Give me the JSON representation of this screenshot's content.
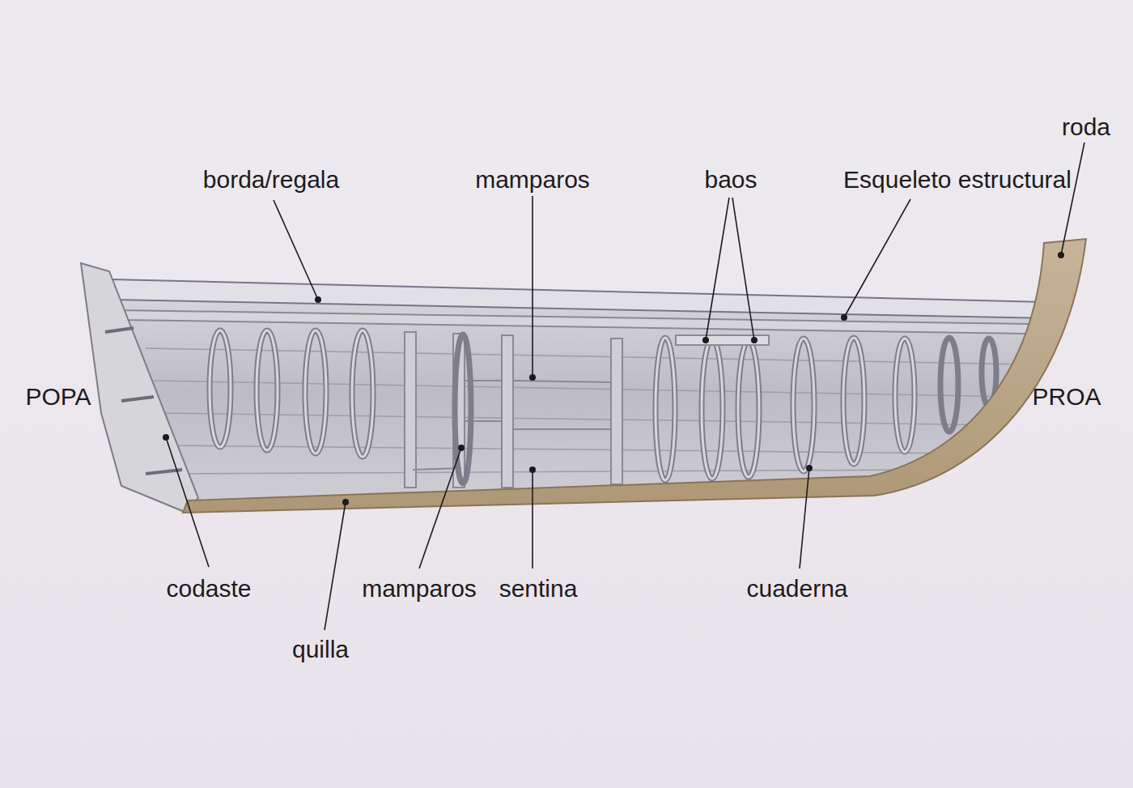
{
  "diagram": {
    "labels": [
      "roda",
      "borda/regala",
      "mamparos",
      "baos",
      "Esqueleto estructural",
      "POPA",
      "PROA",
      "codaste",
      "mamparos",
      "sentina",
      "cuaderna",
      "quilla"
    ]
  }
}
